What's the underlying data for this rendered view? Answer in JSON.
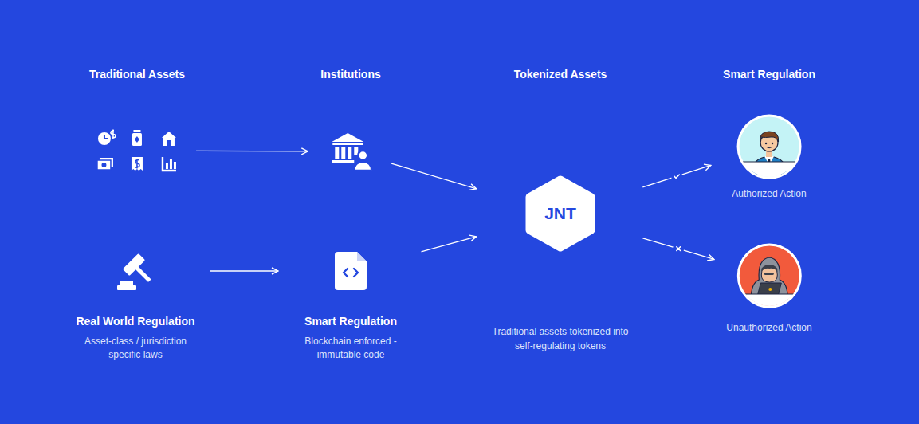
{
  "diagram": {
    "nodes": [
      {
        "text": [
          "Traditional Assets"
        ]
      },
      {
        "text": [
          "Institutions"
        ]
      },
      {
        "text": [
          "Real World Regulation",
          "Asset-class / jurisdiction specific laws"
        ]
      },
      {
        "text": [
          "Smart Regulation",
          "Blockchain enforced - immutable code"
        ]
      },
      {
        "text": [
          "Tokenized Assets",
          "JNT",
          "Traditional assets tokenized into self-regulating tokens"
        ]
      },
      {
        "text": [
          "Smart Regulation",
          "Authorized Action"
        ]
      },
      {
        "text": [
          "Unauthorized Action"
        ]
      }
    ],
    "edges": [
      {
        "from": 0,
        "to": 1,
        "arrow": "to"
      },
      {
        "from": 2,
        "to": 3,
        "arrow": "to"
      },
      {
        "from": 1,
        "to": 4,
        "arrow": "to"
      },
      {
        "from": 3,
        "to": 4,
        "arrow": "to"
      },
      {
        "from": 4,
        "to": 5,
        "arrow": "to"
      },
      {
        "from": 4,
        "to": 6,
        "arrow": "to"
      }
    ]
  }
}
